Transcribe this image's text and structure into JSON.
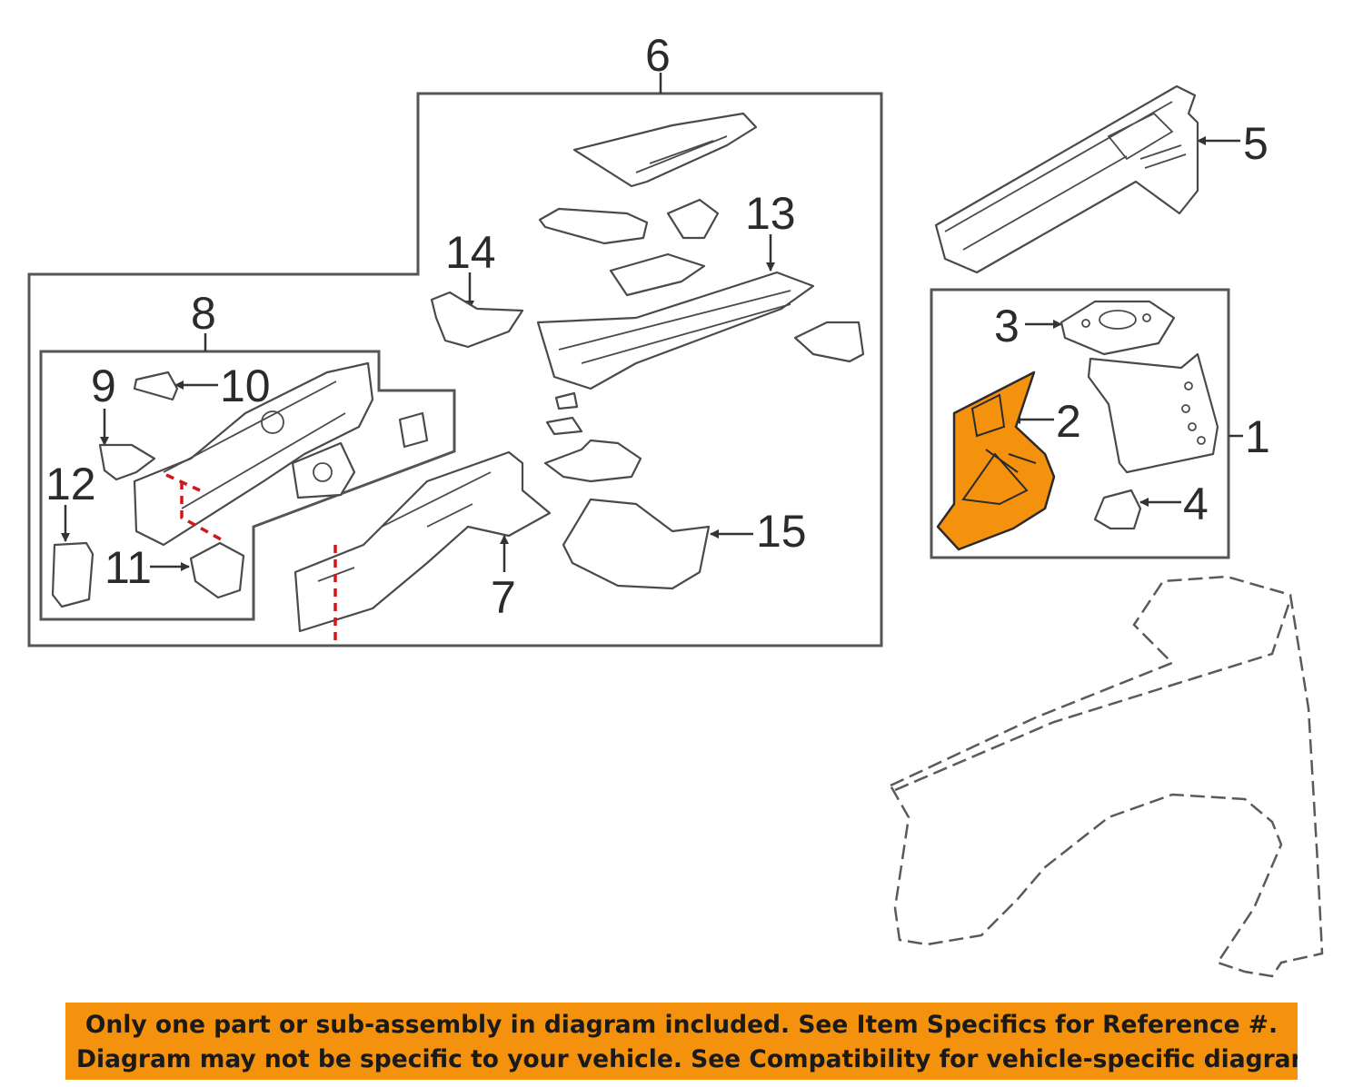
{
  "diagram": {
    "callouts": {
      "c1": "1",
      "c2": "2",
      "c3": "3",
      "c4": "4",
      "c5": "5",
      "c6": "6",
      "c7": "7",
      "c8": "8",
      "c9": "9",
      "c10": "10",
      "c11": "11",
      "c12": "12",
      "c13": "13",
      "c14": "14",
      "c15": "15"
    },
    "highlight_color": "#f5920d",
    "cut_line_color": "#d01818"
  },
  "notice": {
    "line1": "Only one part or sub-assembly in diagram included. See Item Specifics for Reference #.",
    "line2": "Diagram may not be specific to your vehicle. See Compatibility for vehicle-specific diagrams."
  }
}
